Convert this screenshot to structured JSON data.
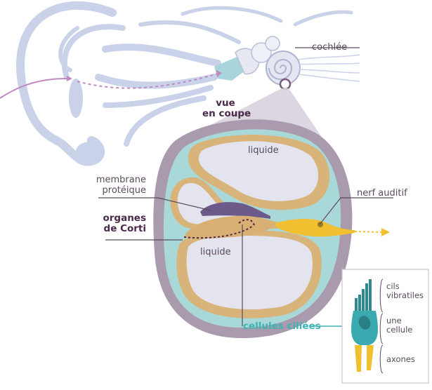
{
  "labels": {
    "cochlee": "cochlée",
    "vue_line1": "vue",
    "vue_line2": "en coupe",
    "liquide_top": "liquide",
    "membrane_line1": "membrane",
    "membrane_line2": "protéique",
    "organes_line1": "organes",
    "organes_line2": "de Corti",
    "liquide_bottom": "liquide",
    "nerf": "nerf auditif",
    "cellules": "cellules ciliées",
    "cils_line1": "cils",
    "cils_line2": "vibratiles",
    "cellule_line1": "une",
    "cellule_line2": "cellule",
    "axones": "axones"
  },
  "colors": {
    "ear": "#c9d2e8",
    "cochlea_shell": "#a99aae",
    "teal_fluid": "#a8d8d8",
    "tan_wall": "#d8b47a",
    "liquid": "#e4e4ee",
    "membrane": "#6b5a8a",
    "corti": "#d9b074",
    "nerve": "#f0c030",
    "hair_cell": "#3aaab0",
    "cilia": "#2e8a8e",
    "arrow_sound": "#c08ac0",
    "label_text": "#5b4b5e"
  }
}
